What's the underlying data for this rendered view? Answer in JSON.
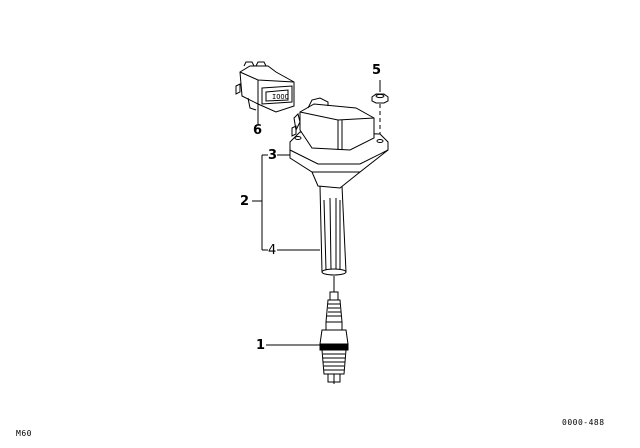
{
  "diagram": {
    "type": "exploded parts diagram",
    "subject": "ignition coil with spark plug",
    "callouts": [
      {
        "number": "1",
        "part": "spark-plug"
      },
      {
        "number": "2",
        "part": "ignition-coil-assembly"
      },
      {
        "number": "3",
        "part": "ignition-coil-housing"
      },
      {
        "number": "4",
        "part": "coil-boot"
      },
      {
        "number": "5",
        "part": "hex-nut"
      },
      {
        "number": "6",
        "part": "connector-plug"
      }
    ],
    "connector_marking": "IOOO"
  },
  "footer": {
    "left_code": "M60",
    "right_code": "0000-488"
  },
  "colors": {
    "line": "#000000",
    "background": "#ffffff"
  }
}
